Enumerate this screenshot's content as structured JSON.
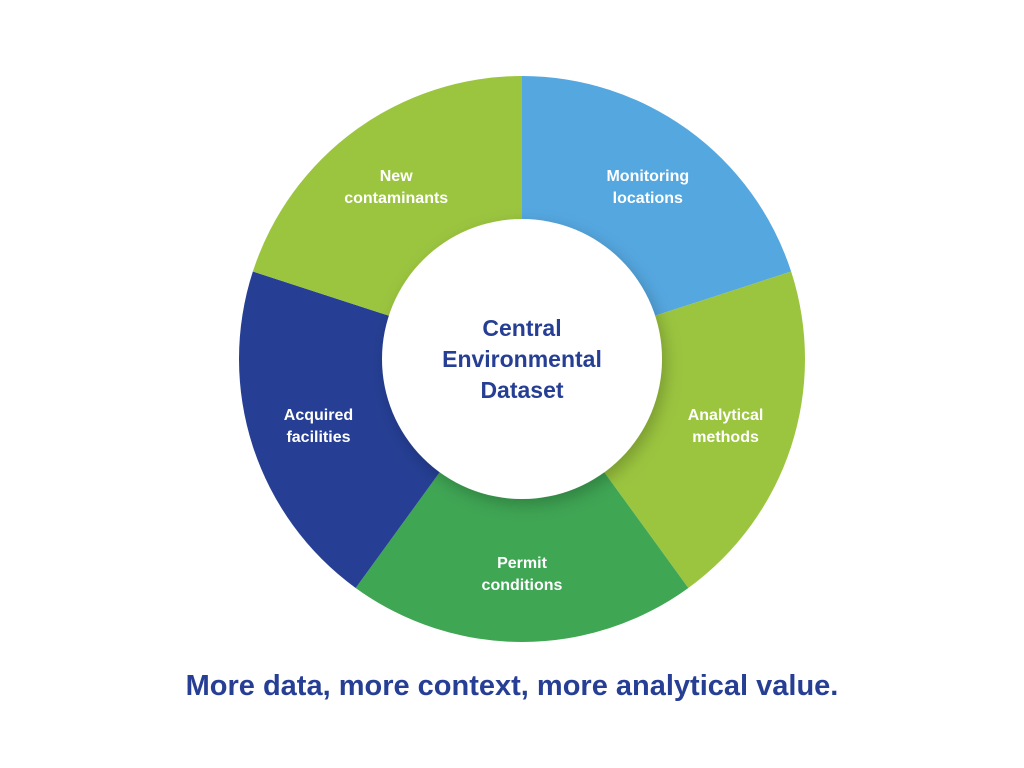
{
  "diagram": {
    "center": {
      "lines": [
        "Central",
        "Environmental",
        "Dataset"
      ]
    },
    "segments": [
      {
        "lines": [
          "Monitoring",
          "locations"
        ],
        "color": "#55a7e0"
      },
      {
        "lines": [
          "Analytical",
          "methods"
        ],
        "color": "#9bc53f"
      },
      {
        "lines": [
          "Permit",
          "conditions"
        ],
        "color": "#3fa654"
      },
      {
        "lines": [
          "Acquired",
          "facilities"
        ],
        "color": "#263f94"
      },
      {
        "lines": [
          "New",
          "contaminants"
        ],
        "color": "#9bc53f"
      }
    ],
    "center_text_color": "#263f94",
    "center_fill": "#ffffff"
  },
  "tagline": "More data, more context, more analytical value."
}
